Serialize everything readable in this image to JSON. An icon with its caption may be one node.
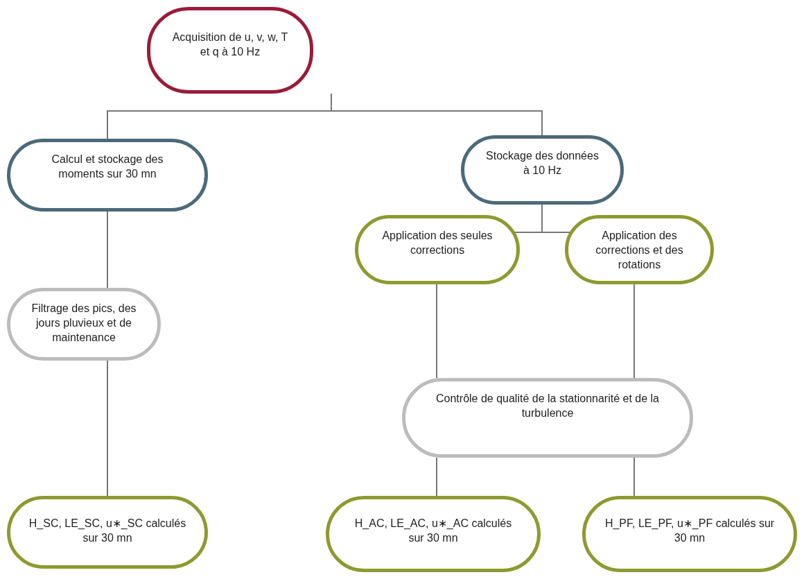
{
  "diagram": {
    "nodes": [
      {
        "text": [
          "Acquisition de u, v, w, T et q à 10 Hz"
        ]
      },
      {
        "text": [
          "Calcul et stockage des moments sur 30 mn"
        ]
      },
      {
        "text": [
          "Stockage des données à 10 Hz"
        ]
      },
      {
        "text": [
          "Filtrage des pics, des jours pluvieux et de maintenance"
        ]
      },
      {
        "text": [
          "Application des seules corrections"
        ]
      },
      {
        "text": [
          "Application des corrections et des rotations"
        ]
      },
      {
        "text": [
          "Contrôle de qualité de la stationnarité et de la turbulence"
        ]
      },
      {
        "text": [
          "H_SC, LE_SC, u∗_SC calculés sur 30 mn"
        ]
      },
      {
        "text": [
          "H_AC, LE_AC, u∗_AC calculés sur 30 mn"
        ]
      },
      {
        "text": [
          "H_PF, LE_PF, u∗_PF calculés sur 30 mn"
        ]
      }
    ],
    "edges": [
      {
        "from": 0,
        "to": 1,
        "arrow": "none"
      },
      {
        "from": 0,
        "to": 2,
        "arrow": "none"
      },
      {
        "from": 1,
        "to": 3,
        "arrow": "none"
      },
      {
        "from": 3,
        "to": 7,
        "arrow": "none"
      },
      {
        "from": 2,
        "to": 4,
        "arrow": "none"
      },
      {
        "from": 2,
        "to": 5,
        "arrow": "none"
      },
      {
        "from": 4,
        "to": 6,
        "arrow": "none"
      },
      {
        "from": 5,
        "to": 6,
        "arrow": "none"
      },
      {
        "from": 6,
        "to": 8,
        "arrow": "none"
      },
      {
        "from": 6,
        "to": 9,
        "arrow": "none"
      }
    ]
  }
}
